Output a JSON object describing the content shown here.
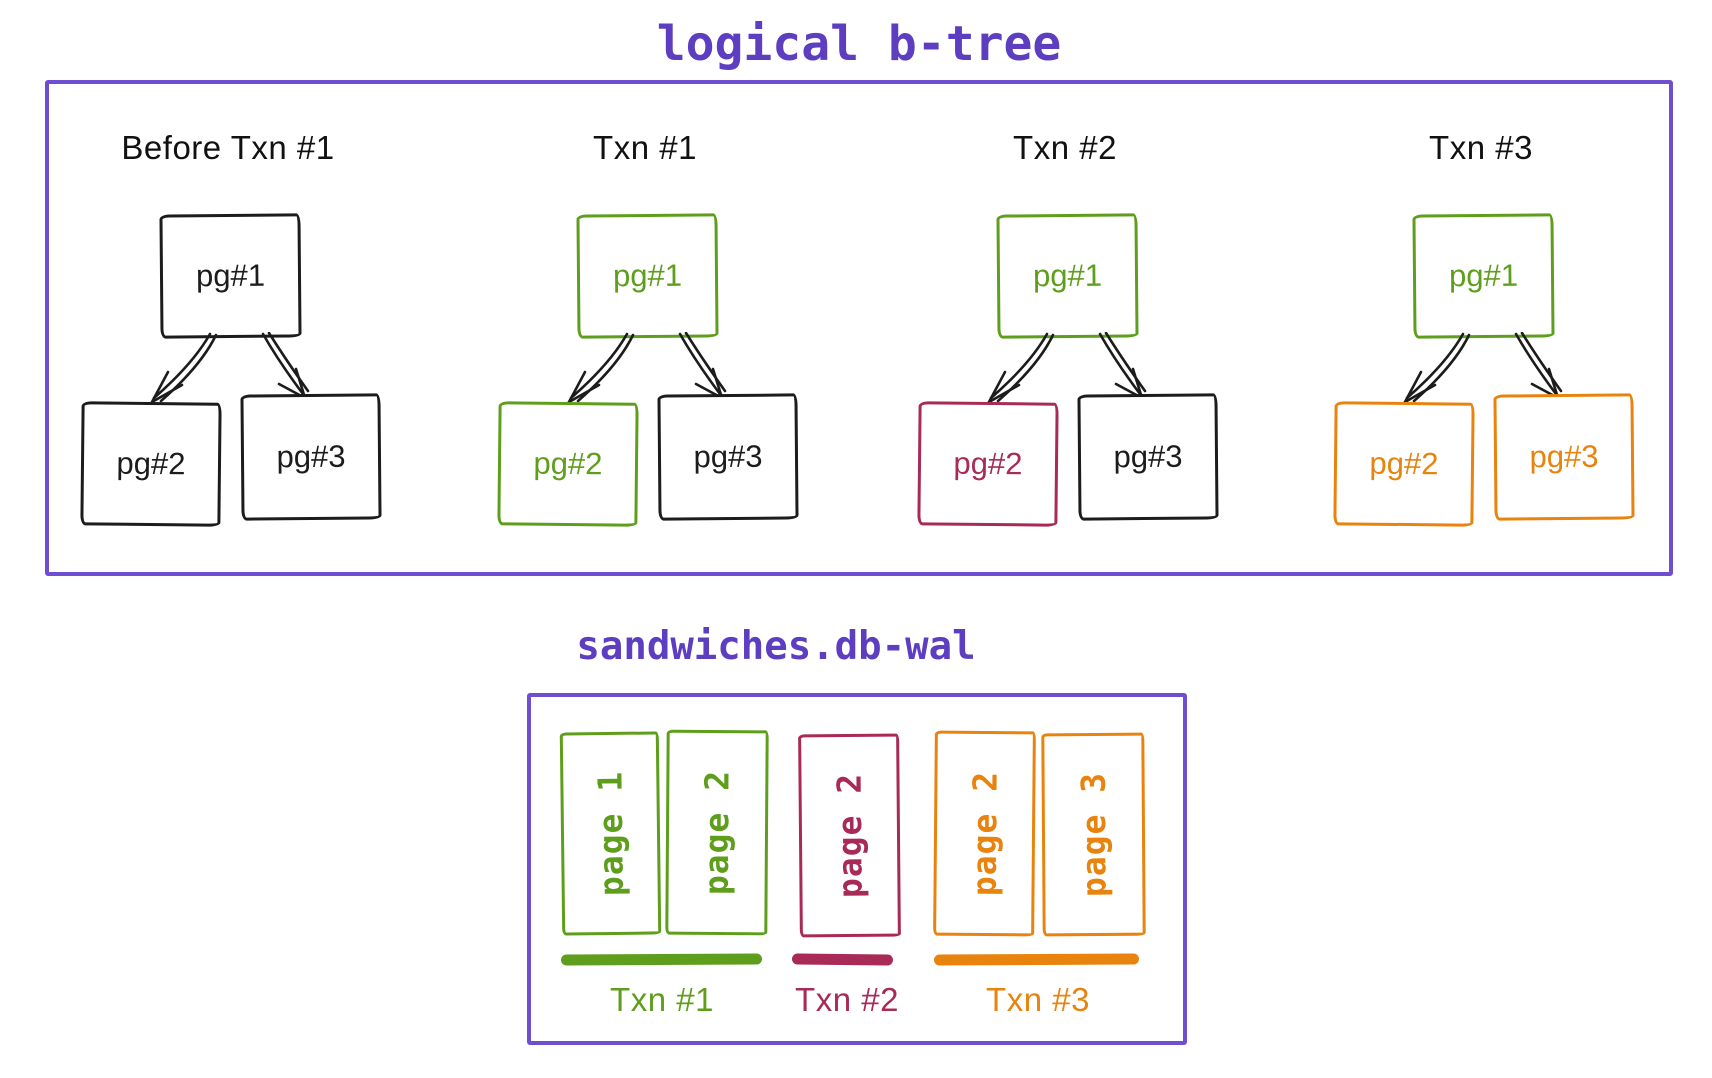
{
  "colors": {
    "purple_text": "#5d3ec0",
    "purple_border": "#6f4fd0",
    "green": "#5f9e1d",
    "crimson": "#a82a57",
    "orange": "#e8830e",
    "black": "#1c1c1c"
  },
  "btree": {
    "title": "logical b-tree",
    "trees": [
      {
        "label": "Before Txn #1",
        "root": {
          "text": "pg#1",
          "color": "black"
        },
        "children": [
          {
            "text": "pg#2",
            "color": "black"
          },
          {
            "text": "pg#3",
            "color": "black"
          }
        ]
      },
      {
        "label": "Txn #1",
        "root": {
          "text": "pg#1",
          "color": "green"
        },
        "children": [
          {
            "text": "pg#2",
            "color": "green"
          },
          {
            "text": "pg#3",
            "color": "black"
          }
        ]
      },
      {
        "label": "Txn #2",
        "root": {
          "text": "pg#1",
          "color": "green"
        },
        "children": [
          {
            "text": "pg#2",
            "color": "crimson"
          },
          {
            "text": "pg#3",
            "color": "black"
          }
        ]
      },
      {
        "label": "Txn #3",
        "root": {
          "text": "pg#1",
          "color": "green"
        },
        "children": [
          {
            "text": "pg#2",
            "color": "orange"
          },
          {
            "text": "pg#3",
            "color": "orange"
          }
        ]
      }
    ]
  },
  "wal": {
    "title": "sandwiches.db-wal",
    "pages": [
      {
        "text": "page 1",
        "color": "green"
      },
      {
        "text": "page 2",
        "color": "green"
      },
      {
        "text": "page 2",
        "color": "crimson"
      },
      {
        "text": "page 2",
        "color": "orange"
      },
      {
        "text": "page 3",
        "color": "orange"
      }
    ],
    "groups": [
      {
        "label": "Txn #1",
        "color": "green"
      },
      {
        "label": "Txn #2",
        "color": "crimson"
      },
      {
        "label": "Txn #3",
        "color": "orange"
      }
    ]
  }
}
